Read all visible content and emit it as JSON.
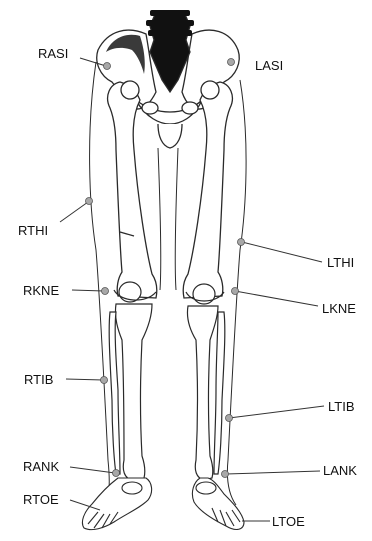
{
  "labels": {
    "rasi": "RASI",
    "lasi": "LASI",
    "rthi": "RTHI",
    "lthi": "LTHI",
    "rkne": "RKNE",
    "lkne": "LKNE",
    "rtib": "RTIB",
    "ltib": "LTIB",
    "rank": "RANK",
    "lank": "LANK",
    "rtoe": "RTOE",
    "ltoe": "LTOE"
  },
  "colors": {
    "bone_fill": "#ffffff",
    "bone_stroke": "#2a2a2a",
    "shading": "#3a3a3a",
    "spine": "#111111",
    "marker_fill": "#a8a8a8",
    "marker_stroke": "#555555",
    "leader_line": "#333333"
  }
}
